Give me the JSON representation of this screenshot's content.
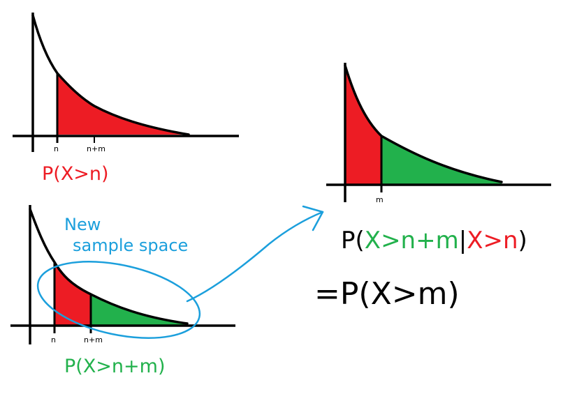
{
  "colors": {
    "red": "#ed1c24",
    "green": "#22b14c",
    "blue": "#1b9fdc",
    "ink": "#000000"
  },
  "panel1": {
    "tick_n": "n",
    "tick_nm": "n+m",
    "prob_label": "P(X>n)"
  },
  "panel2": {
    "annotation_line1": "New",
    "annotation_line2": "sample space",
    "tick_n": "n",
    "tick_nm": "n+m",
    "prob_label": "P(X>n+m)"
  },
  "panel3": {
    "tick_m": "m"
  },
  "formula": {
    "p_open": "P(",
    "event_a": "X>n+m",
    "bar": "|",
    "event_b": "X>n",
    "p_close": ")",
    "equals_line": "=P(X>m)"
  }
}
